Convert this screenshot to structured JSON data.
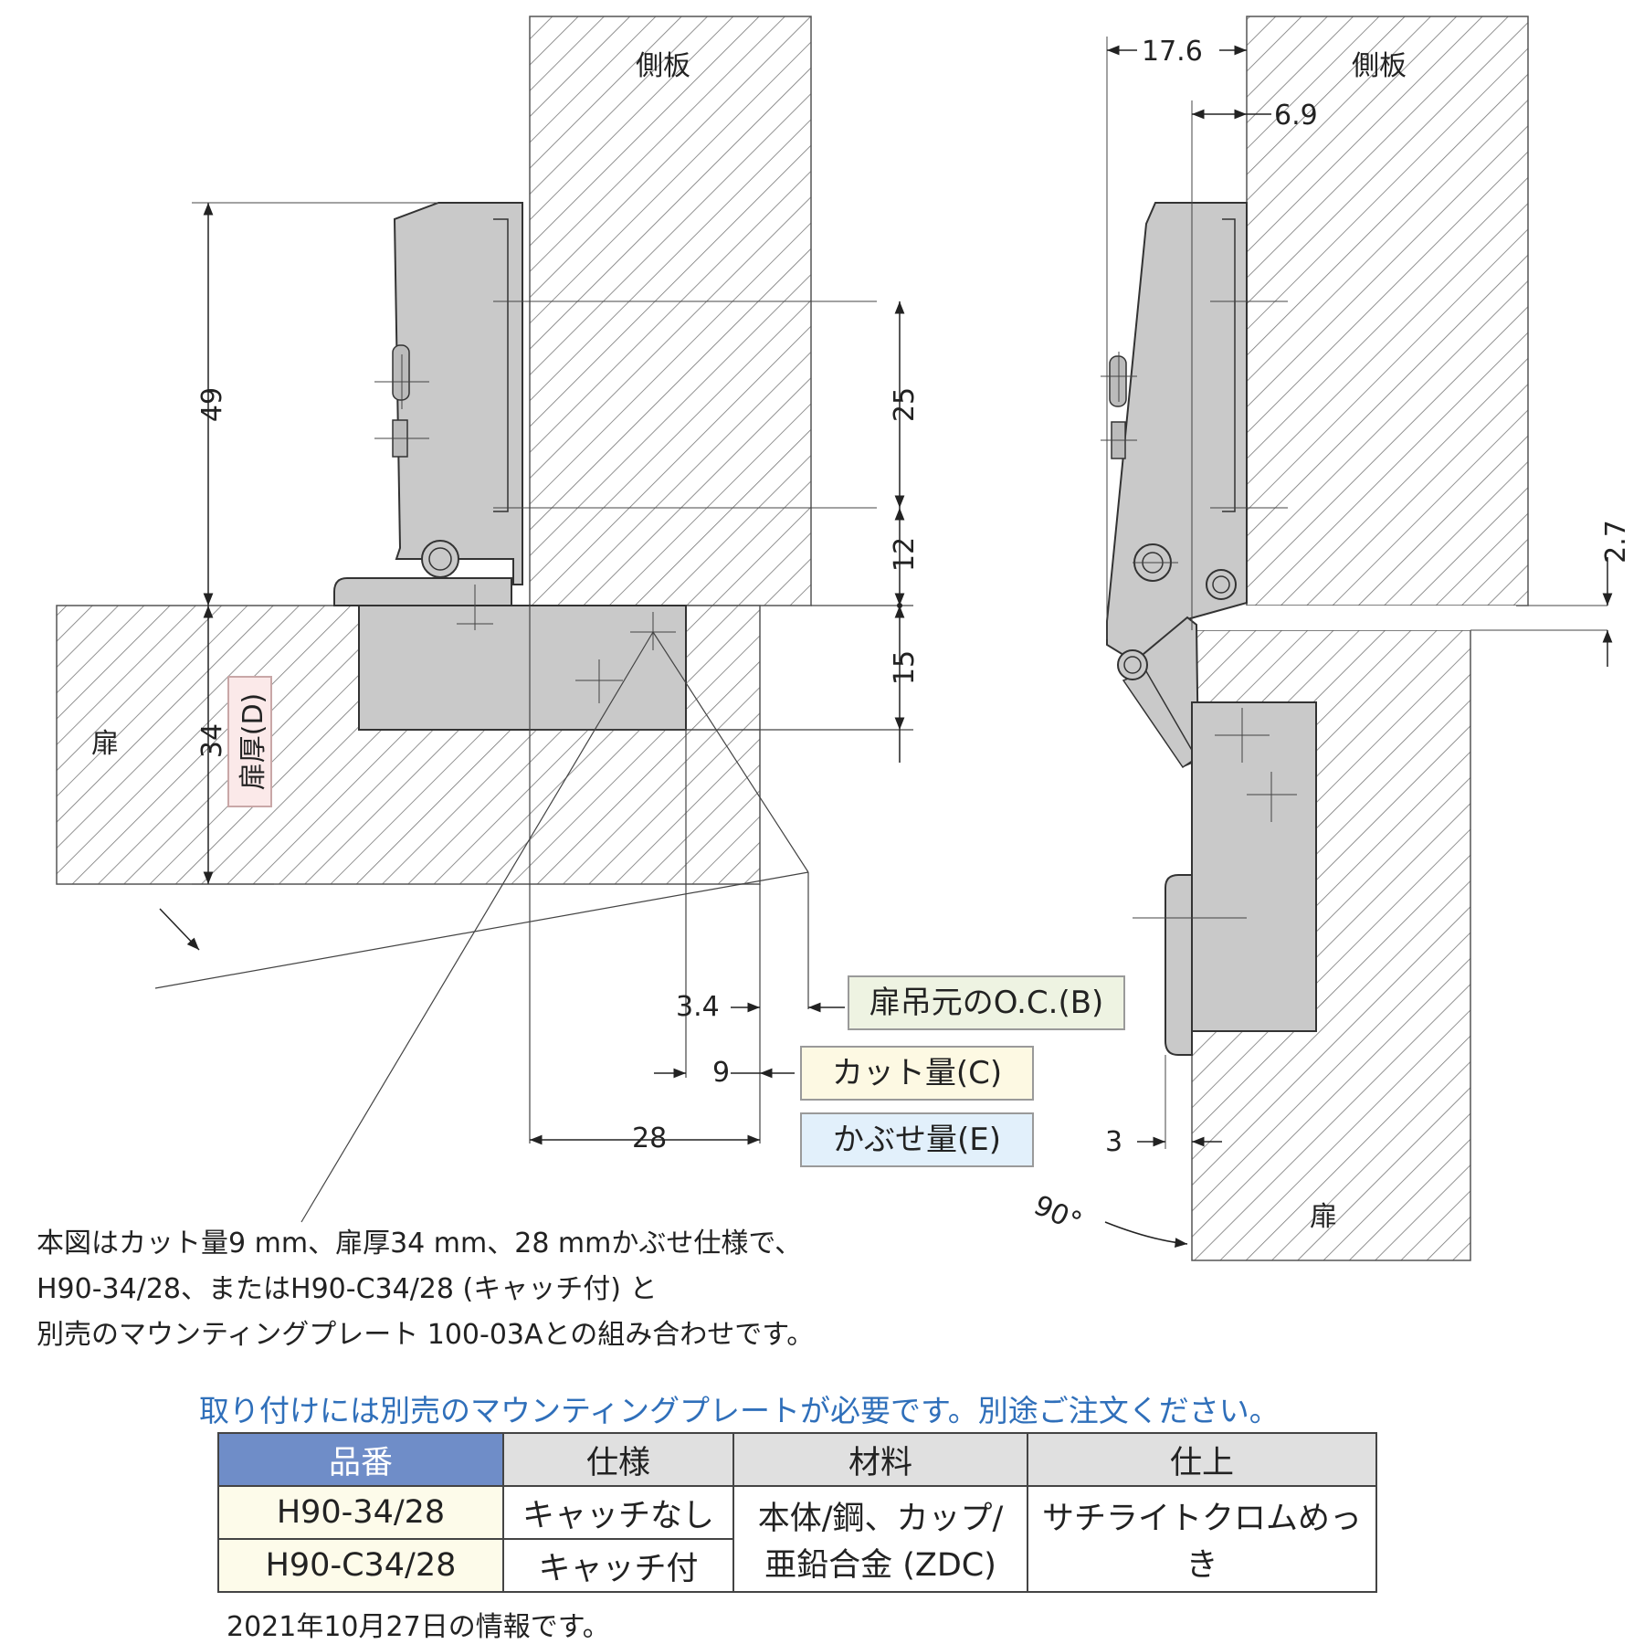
{
  "left_view": {
    "side_panel_label": "側板",
    "door_label": "扉",
    "dim_49": "49",
    "dim_25": "25",
    "dim_12": "12",
    "dim_15": "15",
    "dim_34": "34",
    "door_thickness_tag": "扉厚(D)",
    "dim_3_4": "3.4",
    "dim_9": "9",
    "dim_28": "28"
  },
  "right_view": {
    "side_panel_label": "側板",
    "door_label": "扉",
    "dim_17_6": "17.6",
    "dim_6_9": "6.9",
    "dim_2_7": "2.7",
    "dim_3": "3",
    "angle": "90°"
  },
  "legend": {
    "oc": "扉吊元のO.C.(B)",
    "cut": "カット量(C)",
    "overlay": "かぶせ量(E)"
  },
  "colors": {
    "oc_box": "#eef3e2",
    "cut_box": "#fdf9e3",
    "overlay_box": "#e2f0fb",
    "d_box": "#fbe9e9",
    "header_accent": "#6f8dc8",
    "notice_text": "#2f6fba",
    "hinge_fill": "#c9c9c9"
  },
  "notes": [
    "本図はカット量9 mm、扉厚34 mm、28 mmかぶせ仕様で、",
    "H90-34/28、またはH90-C34/28 (キャッチ付) と",
    "別売のマウンティングプレート 100-03Aとの組み合わせです。"
  ],
  "notice": "取り付けには別売のマウンティングプレートが必要です。別途ご注文ください。",
  "table": {
    "headers": [
      "品番",
      "仕様",
      "材料",
      "仕上"
    ],
    "rows": [
      {
        "code": "H90-34/28",
        "spec": "キャッチなし"
      },
      {
        "code": "H90-C34/28",
        "spec": "キャッチ付"
      }
    ],
    "material_line1": "本体/鋼、カップ/",
    "material_line2": "亜鉛合金 (ZDC)",
    "finish": "サチライトクロムめっき"
  },
  "footer": "2021年10月27日の情報です。"
}
